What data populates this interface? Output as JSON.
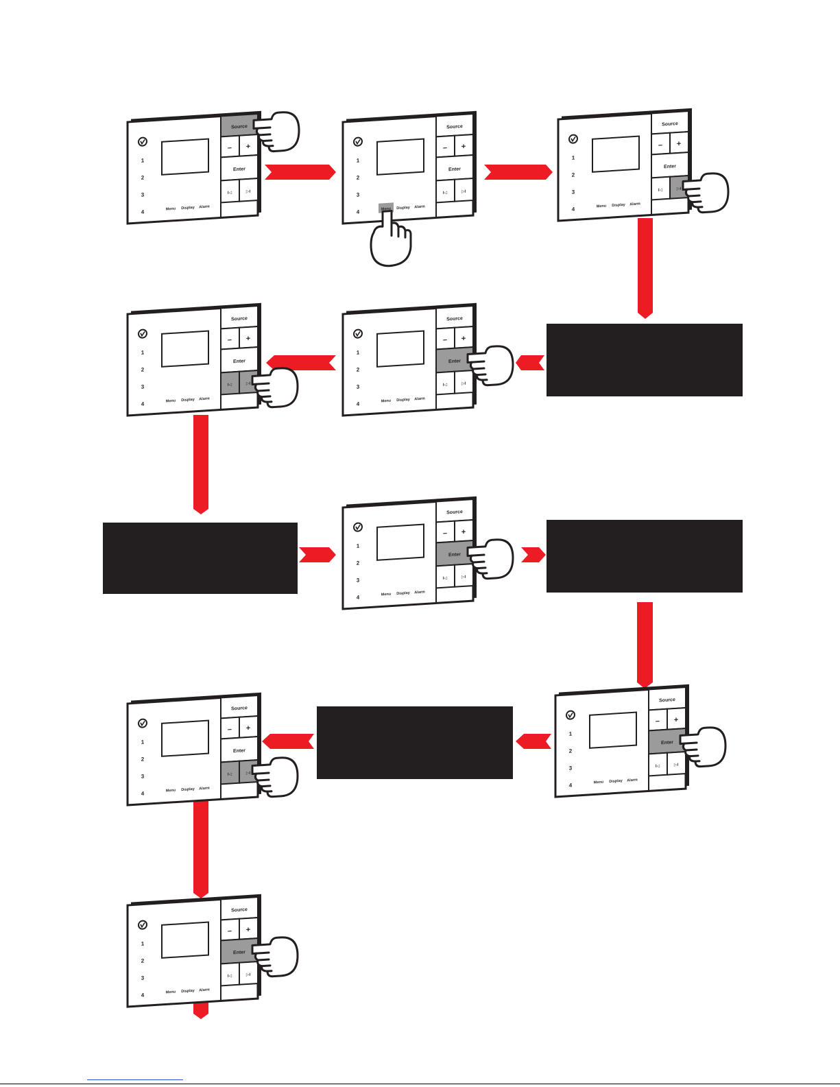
{
  "device": {
    "source_label": "Source",
    "minus_label": "–",
    "plus_label": "+",
    "enter_label": "Enter",
    "prev_label": "I◁",
    "next_label": "▷I",
    "menu_label": "Menu",
    "display_label": "Display",
    "alarm_label": "Alarm",
    "preset_numbers": [
      "1",
      "2",
      "3",
      "4"
    ]
  },
  "steps": [
    {
      "id": "s1",
      "pressed": "source",
      "finger": "right-source"
    },
    {
      "id": "s2",
      "pressed": "menu",
      "finger": "below-menu"
    },
    {
      "id": "s3",
      "pressed": "next",
      "finger": "right-next"
    },
    {
      "id": "s4",
      "pressed": "prev-next",
      "finger": "right-next"
    },
    {
      "id": "s5",
      "pressed": "enter",
      "finger": "right-enter"
    },
    {
      "id": "s6",
      "pressed": "enter",
      "finger": "right-enter"
    },
    {
      "id": "s7",
      "pressed": "prev-next",
      "finger": "right-next"
    },
    {
      "id": "s8",
      "pressed": "enter",
      "finger": "right-enter"
    },
    {
      "id": "s9",
      "pressed": "enter",
      "finger": "right-enter"
    }
  ],
  "colors": {
    "arrow": "#ed1c24",
    "pressed": "#9b9b9b",
    "box": "#231f20",
    "outline": "#231f20"
  }
}
